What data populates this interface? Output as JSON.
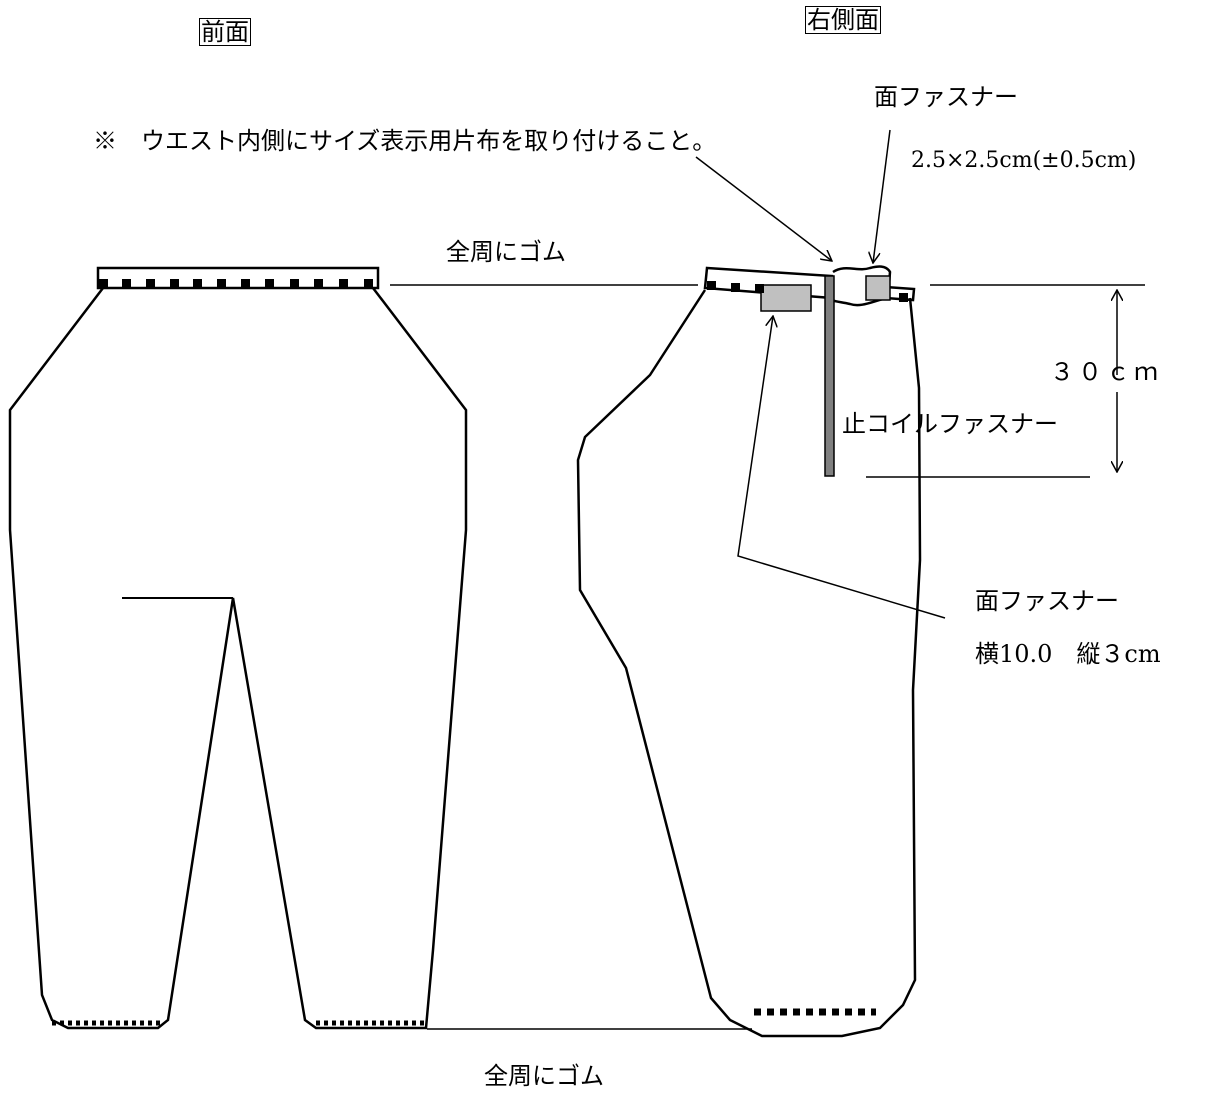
{
  "views": {
    "front": "前面",
    "right_side": "右側面"
  },
  "notes": {
    "size_label": "※　ウエスト内側にサイズ表示用片布を取り付けること。",
    "velcro_small_title": "面ファスナー",
    "velcro_small_dim": "2.5×2.5cm(±0.5cm)",
    "waist_elastic": "全周にゴム",
    "height_30": "３０ｃｍ",
    "coil_zipper": "止コイルファスナー",
    "velcro_large_title": "面ファスナー",
    "velcro_large_dim": "横10.0　縦３cm",
    "hem_elastic": "全周にゴム"
  },
  "colors": {
    "line": "#000000",
    "velcro_fill": "#c0c0c0",
    "zipper_fill": "#808080"
  }
}
